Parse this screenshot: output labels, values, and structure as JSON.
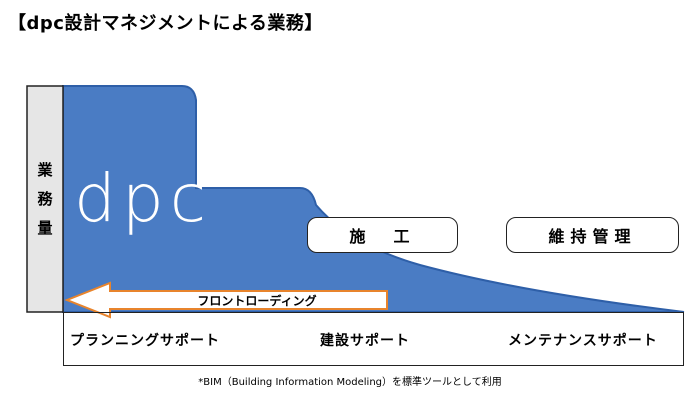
{
  "title": "【dpc設計マネジメントによる業務】",
  "side_label": [
    "業",
    "務",
    "量"
  ],
  "brand": "dpc",
  "boxes": {
    "construction": "施　工",
    "maintenance": "維持管理"
  },
  "arrow_label": "フロントローディング",
  "phases": {
    "planning": "プランニングサポート",
    "construction": "建設サポート",
    "maintenance": "メンテナンスサポート"
  },
  "footnote": "*BIM（Building Information Modeling）を標準ツールとして利用",
  "colors": {
    "workload_fill": "#4a7cc4",
    "workload_edge": "#2e5fa8",
    "side_bar": "#e6e6e6",
    "arrow_border": "#e8842c"
  }
}
